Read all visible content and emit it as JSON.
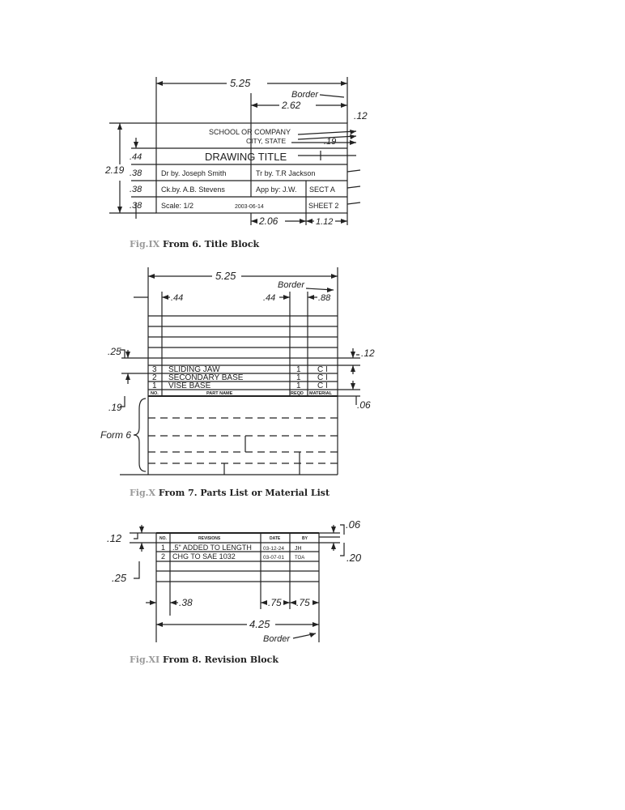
{
  "title_block": {
    "dims": {
      "total_width": "5.25",
      "border": "Border",
      "right_width": "2.62",
      "top_gap": ".12",
      "total_height": "2.19",
      "row1": ".44",
      "row2": ".38",
      "row3": ".38",
      "row4": ".38",
      "line_gap": ".19",
      "bottom_left": "2.06",
      "bottom_right": "1.12"
    },
    "school": "SCHOOL OR COMPANY",
    "city": "CITY, STATE",
    "drawing_title": "DRAWING TITLE",
    "drawn_by": "Dr by. Joseph Smith",
    "traced_by": "Tr by. T.R Jackson",
    "checked_by": "Ck.by. A.B. Stevens",
    "approved_by": "App by: J.W.",
    "sect": "SECT A",
    "scale": "Scale: 1/2",
    "date": "2003-06-14",
    "sheet": "SHEET 2",
    "caption_no": "Fig.IX",
    "caption_text": "From 6. Title Block"
  },
  "parts_list": {
    "dims": {
      "total_width": "5.25",
      "border": "Border",
      "no_width": ".44",
      "reqd_width": ".44",
      "material_width": ".88",
      "row_height": ".25",
      "right_gap": ".12",
      "header_height": ".19",
      "right_bottom": ".06",
      "form_label": "Form 6"
    },
    "rows": [
      {
        "no": "3",
        "name": "SLIDING JAW",
        "reqd": "1",
        "material": "C I"
      },
      {
        "no": "2",
        "name": "SECONDARY BASE",
        "reqd": "1",
        "material": "C I"
      },
      {
        "no": "1",
        "name": "VISE BASE",
        "reqd": "1",
        "material": "C I"
      }
    ],
    "headers": {
      "no": "NO.",
      "name": "PART NAME",
      "reqd": "REQD",
      "material": "MATERIAL"
    },
    "caption_no": "Fig.X",
    "caption_text": "From 7. Parts List or Material List"
  },
  "revision_block": {
    "dims": {
      "top_right": ".06",
      "left_top": ".12",
      "right_mid": ".20",
      "left_bottom": ".25",
      "no_width": ".38",
      "date_width": ".75",
      "by_width": ".75",
      "total_width": "4.25",
      "border": "Border"
    },
    "headers": {
      "no": "NO.",
      "revisions": "REVISIONS",
      "date": "DATE",
      "by": "BY"
    },
    "rows": [
      {
        "no": "1",
        "revision": ".5\" ADDED TO LENGTH",
        "date": "03-12-24",
        "by": "JH"
      },
      {
        "no": "2",
        "revision": "CHG TO SAE 1032",
        "date": "03-07-01",
        "by": "TOA"
      }
    ],
    "caption_no": "Fig.XI",
    "caption_text": "From 8. Revision Block"
  }
}
